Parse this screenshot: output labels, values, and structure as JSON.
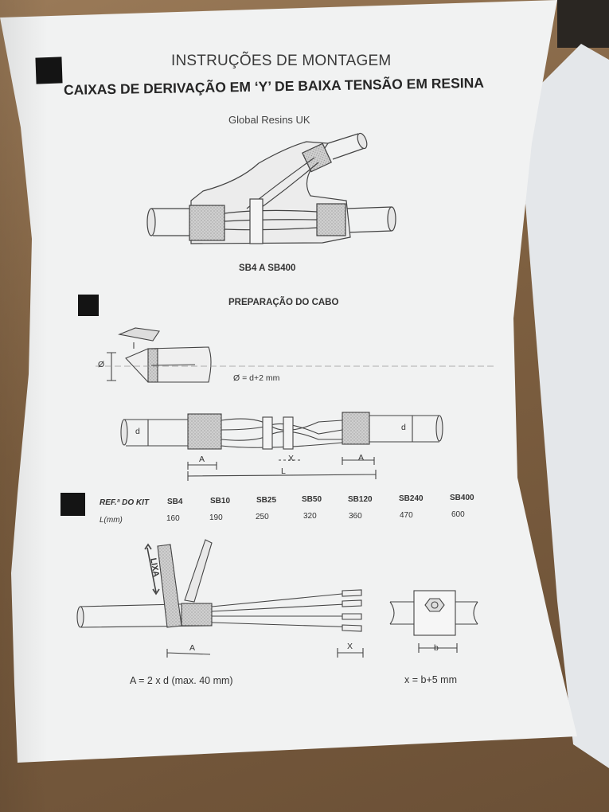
{
  "document": {
    "title": "INSTRUÇÕES DE MONTAGEM",
    "heading": "CAIXAS DE DERIVAÇÃO EM ‘Y’ DE BAIXA TENSÃO EM RESINA",
    "company": "Global Resins UK",
    "figure1_caption": "SB4 A SB400",
    "section_title": "PREPARAÇÃO DO CABO",
    "diameter_symbol": "Ø",
    "diameter_formula": "Ø = d+2 mm",
    "dim_d": "d",
    "dim_a": "A",
    "dim_x": "X",
    "dim_l": "L",
    "dim_b": "b",
    "abrasive_label": "LIXA",
    "formula_a": "A = 2 x d (max. 40 mm)",
    "formula_x": "x = b+5 mm"
  },
  "table": {
    "ref_label": "REF.ª DO KIT",
    "length_label": "L(mm)",
    "kits": [
      "SB4",
      "SB10",
      "SB25",
      "SB50",
      "SB120",
      "SB240",
      "SB400"
    ],
    "lengths": [
      "160",
      "190",
      "250",
      "320",
      "360",
      "470",
      "600"
    ]
  },
  "colors": {
    "paper": "#f1f2f2",
    "ink": "#333333",
    "marker": "#141414",
    "background": "#8a6a4a"
  }
}
